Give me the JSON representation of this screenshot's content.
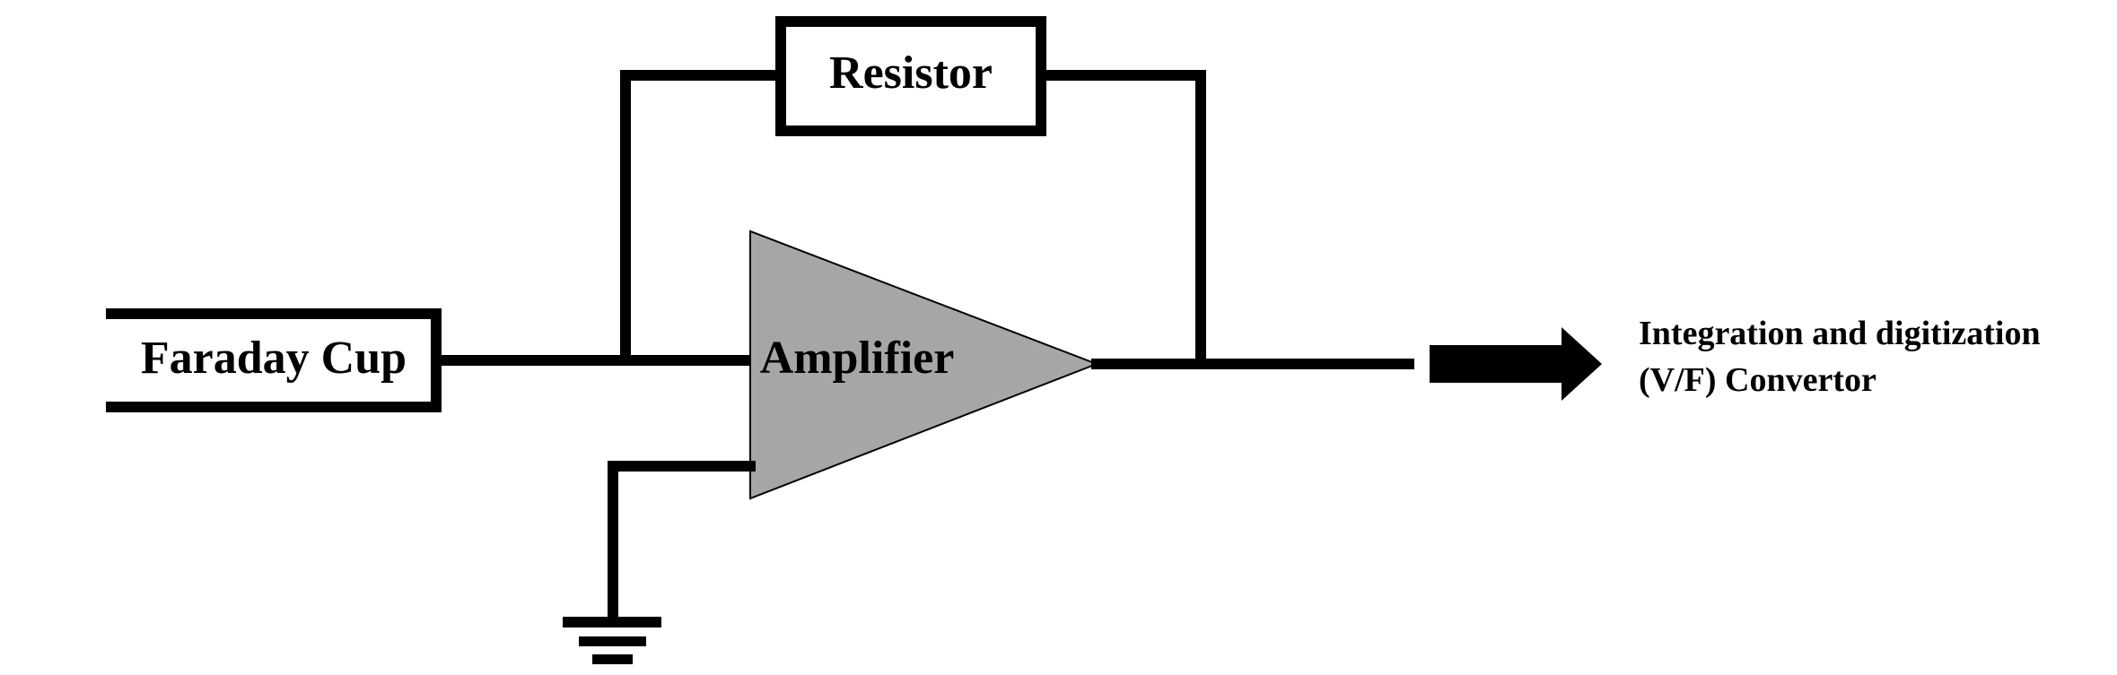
{
  "components": {
    "faraday_cup": {
      "label": "Faraday Cup"
    },
    "resistor": {
      "label": "Resistor"
    },
    "amplifier": {
      "label": "Amplifier",
      "fill_color": "#a6a6a6"
    },
    "ground": {
      "icon": "ground-icon"
    },
    "output_arrow": {
      "icon": "arrow-right-icon"
    },
    "converter": {
      "line1": "Integration and digitization",
      "line2": "(V/F) Convertor"
    }
  },
  "colors": {
    "wire": "#000000",
    "background": "#ffffff"
  }
}
